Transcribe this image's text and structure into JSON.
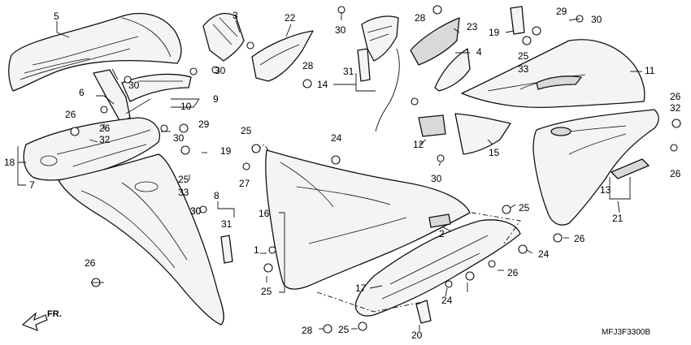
{
  "diagram_code": "MFJ3F3300B",
  "direction_label": "FR.",
  "callouts": [
    {
      "id": "c5",
      "text": "5"
    },
    {
      "id": "c3",
      "text": "3"
    },
    {
      "id": "c22",
      "text": "22"
    },
    {
      "id": "c30a",
      "text": "30"
    },
    {
      "id": "c28a",
      "text": "28"
    },
    {
      "id": "c23",
      "text": "23"
    },
    {
      "id": "c29a",
      "text": "29"
    },
    {
      "id": "c19a",
      "text": "19"
    },
    {
      "id": "c30b",
      "text": "30"
    },
    {
      "id": "c30c",
      "text": "30"
    },
    {
      "id": "c28b",
      "text": "28"
    },
    {
      "id": "c31a",
      "text": "31"
    },
    {
      "id": "c14",
      "text": "14"
    },
    {
      "id": "c4",
      "text": "4"
    },
    {
      "id": "c25a",
      "text": "25"
    },
    {
      "id": "c33a",
      "text": "33"
    },
    {
      "id": "c11",
      "text": "11"
    },
    {
      "id": "c6",
      "text": "6"
    },
    {
      "id": "c30d",
      "text": "30"
    },
    {
      "id": "c9",
      "text": "9"
    },
    {
      "id": "c10",
      "text": "10"
    },
    {
      "id": "c30e",
      "text": "30"
    },
    {
      "id": "c26a",
      "text": "26"
    },
    {
      "id": "c32a",
      "text": "32"
    },
    {
      "id": "c26b",
      "text": "26"
    },
    {
      "id": "c32b",
      "text": "32"
    },
    {
      "id": "c26c",
      "text": "26"
    },
    {
      "id": "c29b",
      "text": "29"
    },
    {
      "id": "c30f",
      "text": "30"
    },
    {
      "id": "c12",
      "text": "12"
    },
    {
      "id": "c15",
      "text": "15"
    },
    {
      "id": "c18",
      "text": "18"
    },
    {
      "id": "c19b",
      "text": "19"
    },
    {
      "id": "c25b",
      "text": "25"
    },
    {
      "id": "c24a",
      "text": "24"
    },
    {
      "id": "c26d",
      "text": "26"
    },
    {
      "id": "c30g",
      "text": "30"
    },
    {
      "id": "c7",
      "text": "7"
    },
    {
      "id": "c25c",
      "text": "25"
    },
    {
      "id": "c33b",
      "text": "33"
    },
    {
      "id": "c27",
      "text": "27"
    },
    {
      "id": "c13",
      "text": "13"
    },
    {
      "id": "c8",
      "text": "8"
    },
    {
      "id": "c16",
      "text": "16"
    },
    {
      "id": "c21",
      "text": "21"
    },
    {
      "id": "c30h",
      "text": "30"
    },
    {
      "id": "c31b",
      "text": "31"
    },
    {
      "id": "c25d",
      "text": "25"
    },
    {
      "id": "c2",
      "text": "2"
    },
    {
      "id": "c26e",
      "text": "26"
    },
    {
      "id": "c1",
      "text": "1"
    },
    {
      "id": "c24b",
      "text": "24"
    },
    {
      "id": "c26f",
      "text": "26"
    },
    {
      "id": "c26g",
      "text": "26"
    },
    {
      "id": "c25e",
      "text": "25"
    },
    {
      "id": "c17",
      "text": "17"
    },
    {
      "id": "c24c",
      "text": "24"
    },
    {
      "id": "c28c",
      "text": "28"
    },
    {
      "id": "c25f",
      "text": "25"
    },
    {
      "id": "c20",
      "text": "20"
    }
  ]
}
